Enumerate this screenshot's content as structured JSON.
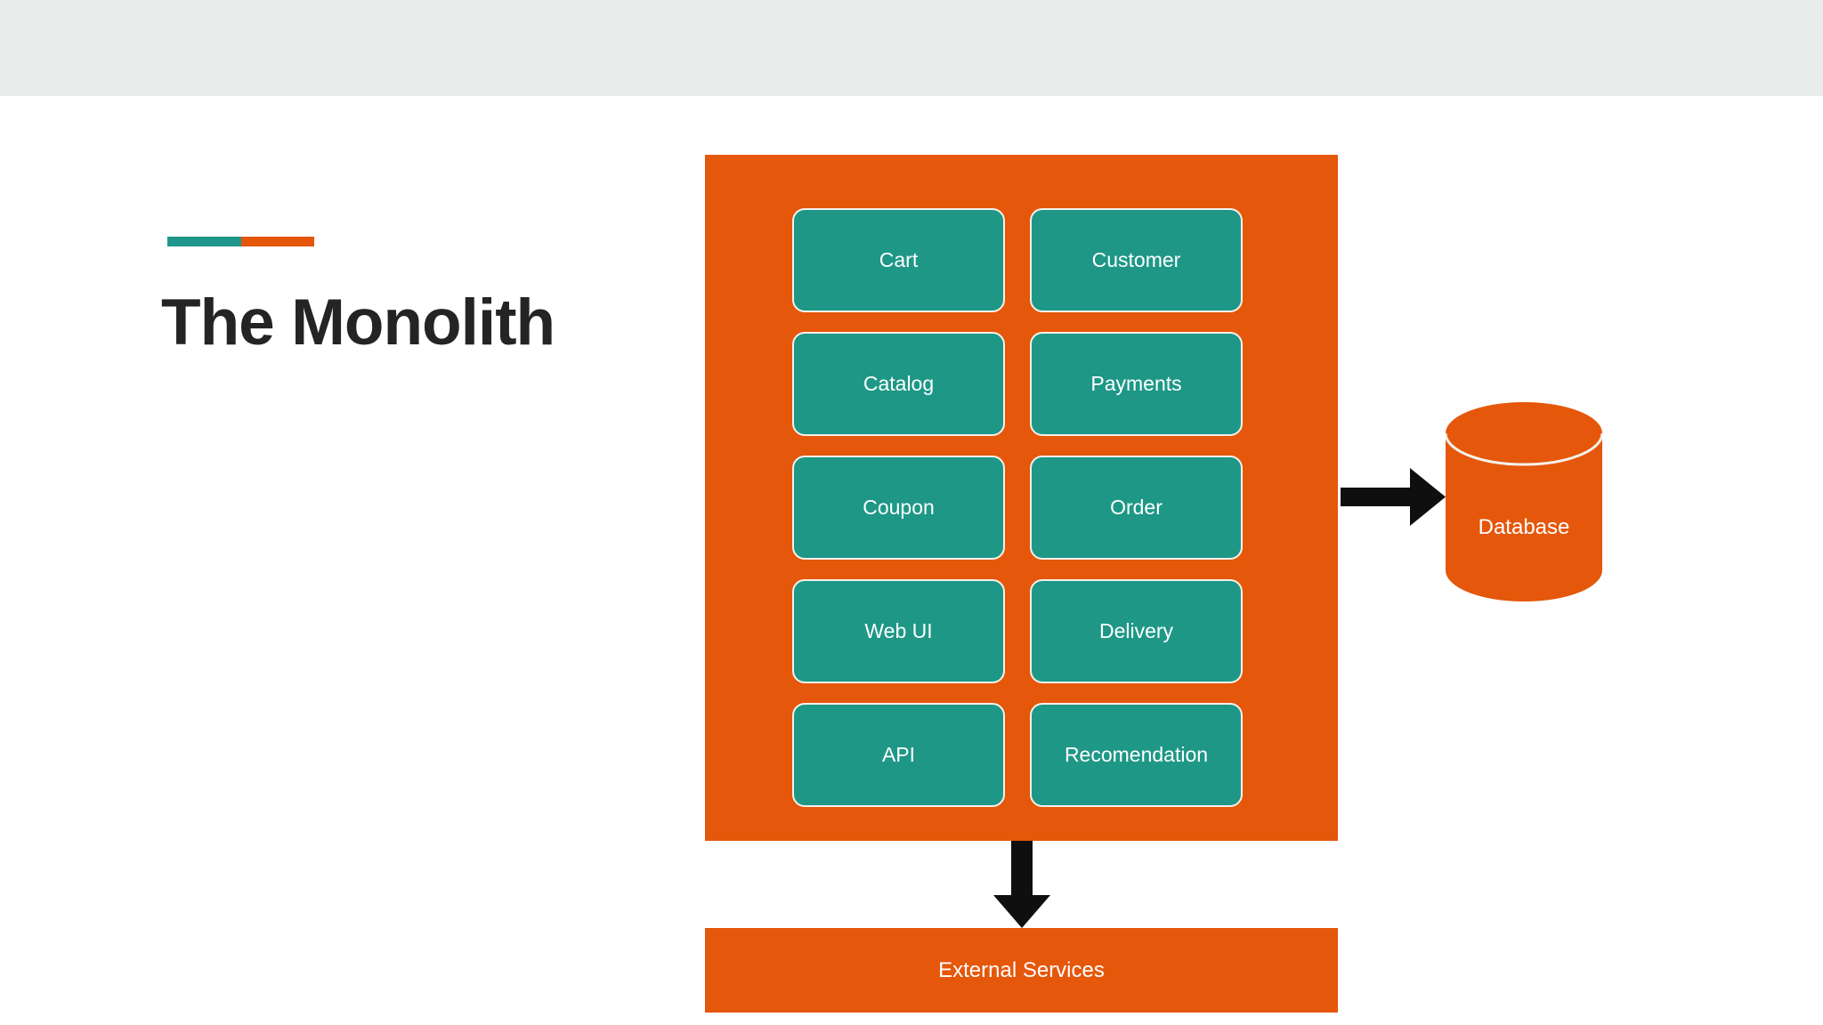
{
  "slide": {
    "title": "The Monolith",
    "colors": {
      "orange": "#e5570b",
      "teal": "#1e9787",
      "topbar": "#e8eceb",
      "title_text": "#242424",
      "module_border": "#f3f1eb",
      "divider_teal": "#1e9689",
      "divider_orange": "#e5560b",
      "arrow": "#0f0f0f",
      "white_text": "#ffffff"
    }
  },
  "monolith": {
    "modules": [
      {
        "label": "Cart"
      },
      {
        "label": "Customer"
      },
      {
        "label": "Catalog"
      },
      {
        "label": "Payments"
      },
      {
        "label": "Coupon"
      },
      {
        "label": "Order"
      },
      {
        "label": "Web UI"
      },
      {
        "label": "Delivery"
      },
      {
        "label": "API"
      },
      {
        "label": "Recomendation"
      }
    ]
  },
  "database": {
    "label": "Database"
  },
  "external_services": {
    "label": "External Services"
  }
}
